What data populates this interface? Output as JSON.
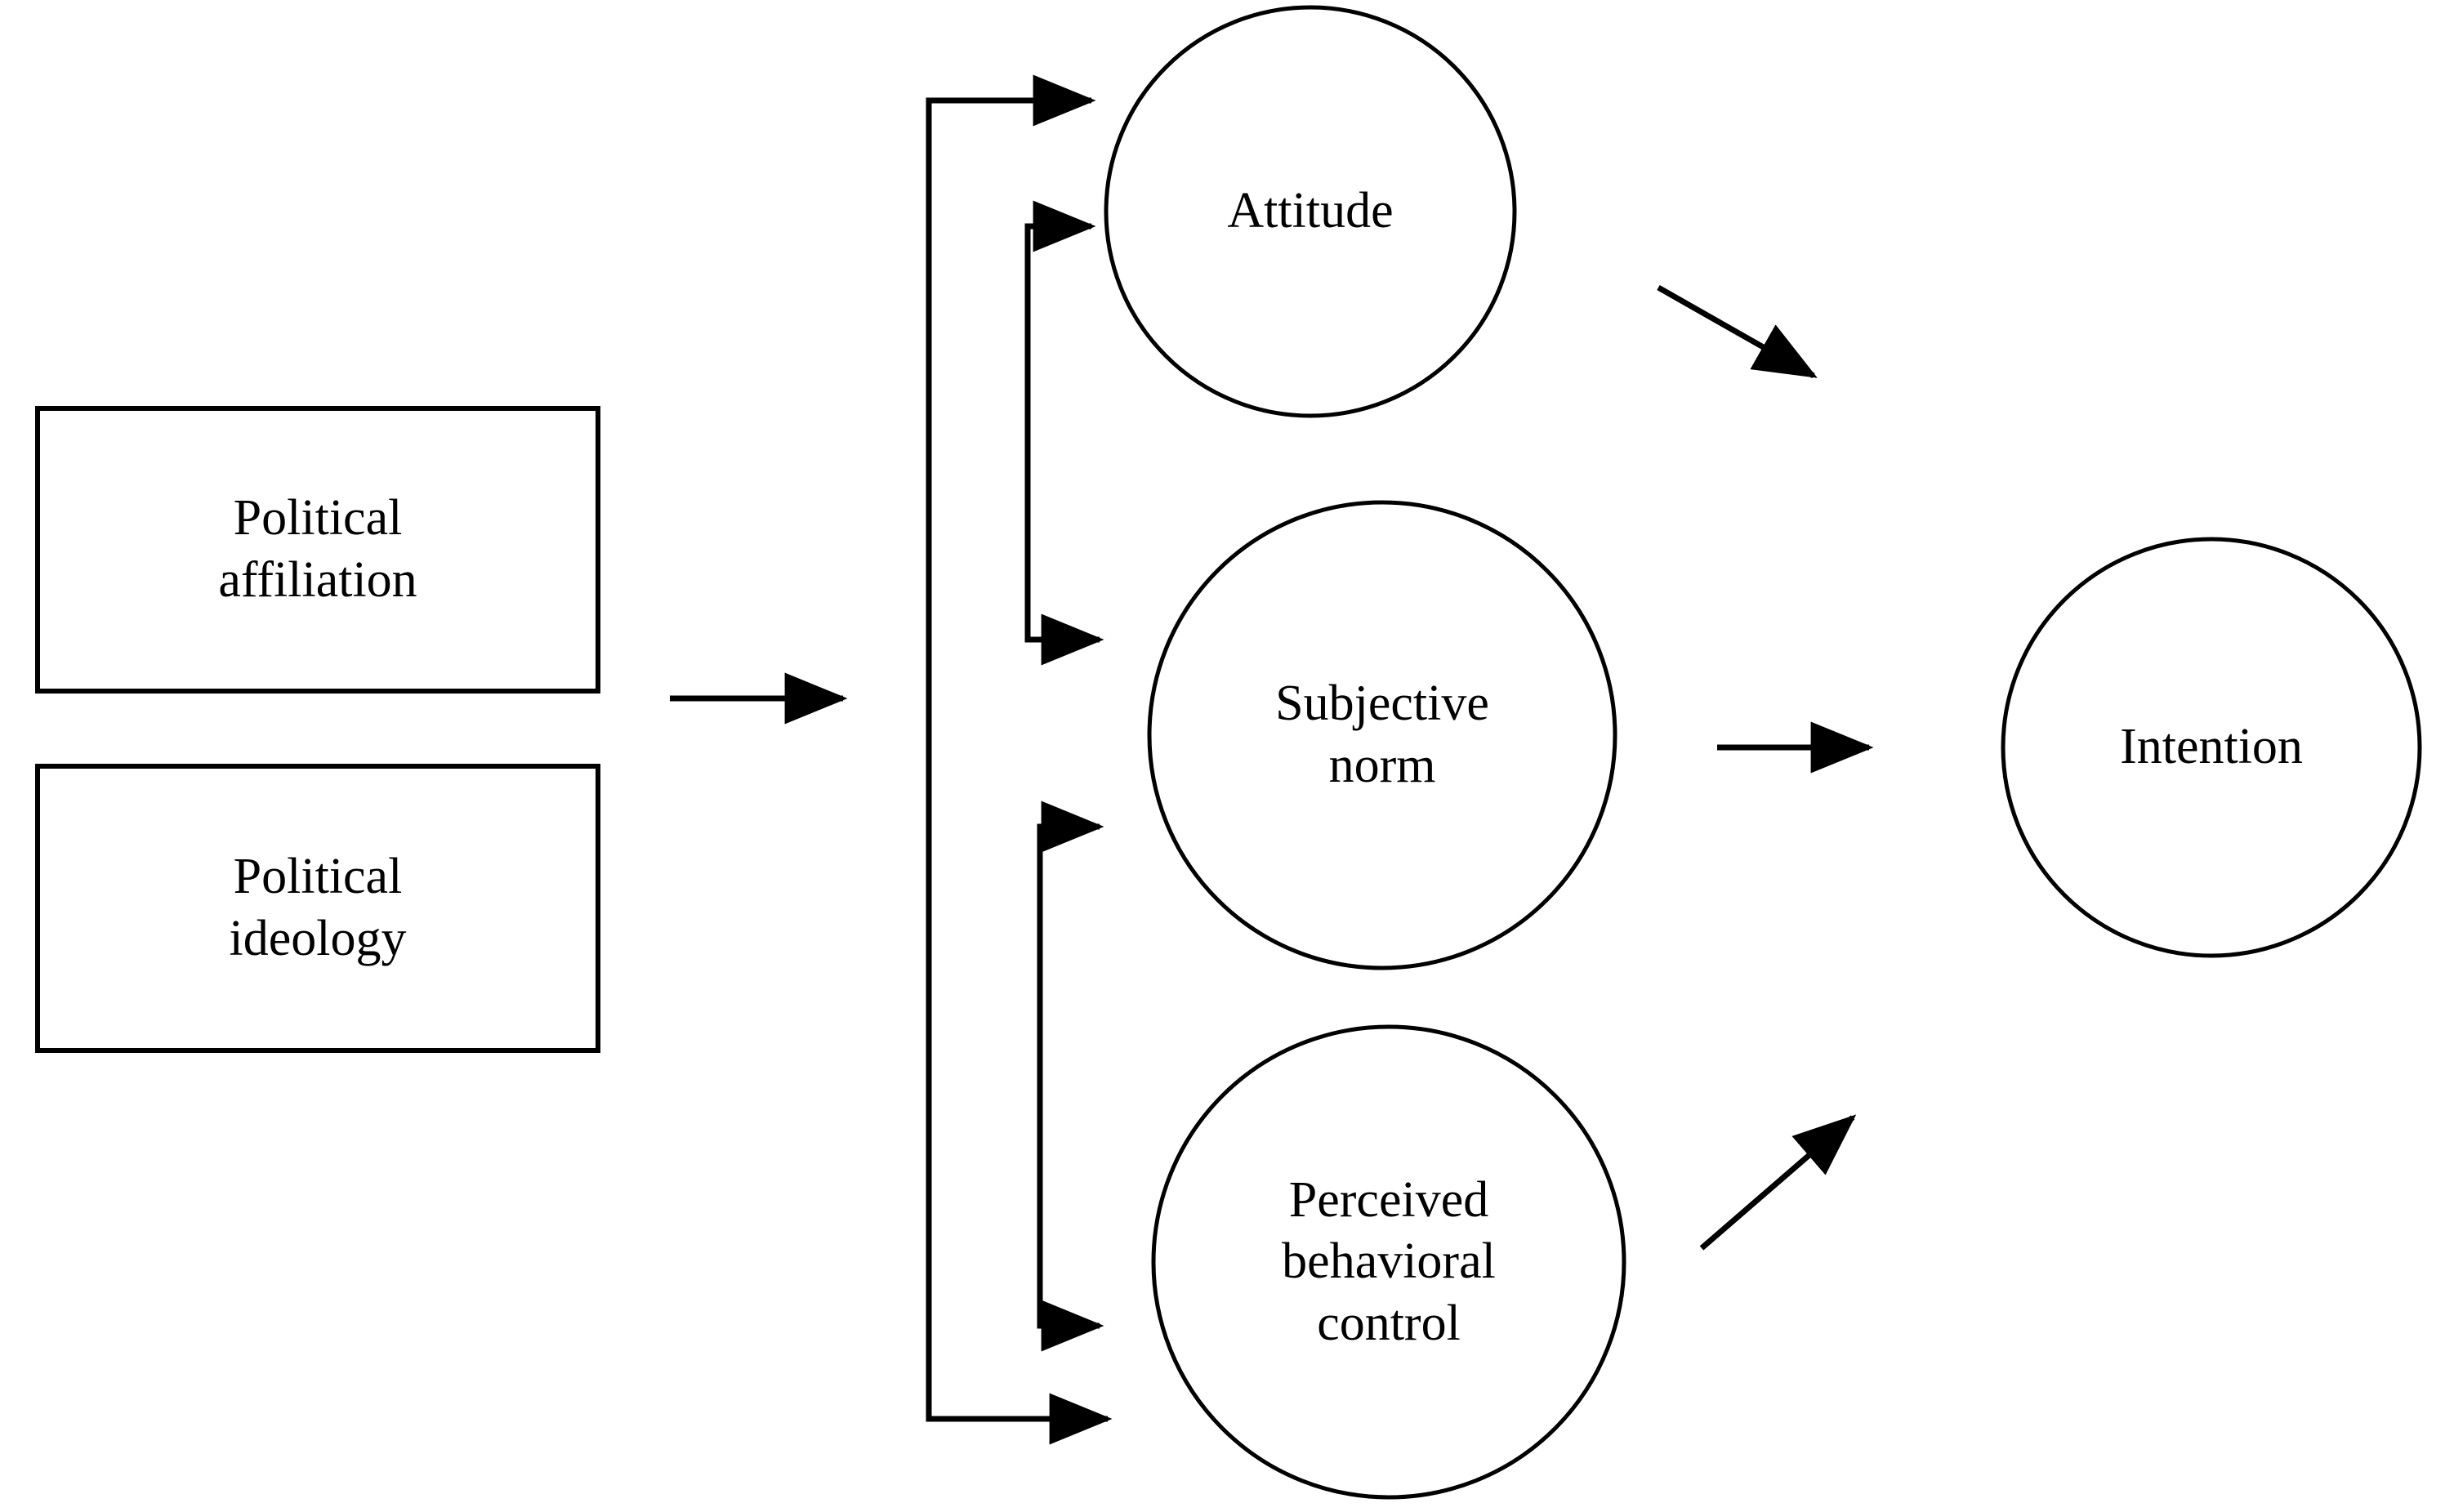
{
  "diagram": {
    "type": "theory-of-planned-behavior-model",
    "stroke_color": "#000000",
    "background_color": "#ffffff",
    "antecedent_boxes": [
      {
        "id": "political-affiliation",
        "label": "Political\naffiliation"
      },
      {
        "id": "political-ideology",
        "label": "Political\nideology"
      }
    ],
    "construct_circles": [
      {
        "id": "attitude",
        "label": "Attitude"
      },
      {
        "id": "subjective-norm",
        "label": "Subjective\nnorm"
      },
      {
        "id": "perceived-behavioral-control",
        "label": "Perceived\nbehavioral\ncontrol"
      }
    ],
    "outcome_circle": {
      "id": "intention",
      "label": "Intention"
    },
    "edges": [
      {
        "from": "antecedent-boxes",
        "to": "bracket",
        "style": "straight-arrow"
      },
      {
        "from": "political-affiliation",
        "to": "attitude",
        "style": "elbow-arrow"
      },
      {
        "from": "political-affiliation",
        "to": "subjective-norm",
        "style": "elbow-arrow"
      },
      {
        "from": "political-ideology",
        "to": "subjective-norm",
        "style": "elbow-arrow"
      },
      {
        "from": "political-ideology",
        "to": "perceived-behavioral-control",
        "style": "elbow-arrow"
      },
      {
        "from": "attitude",
        "to": "intention",
        "style": "diagonal-arrow"
      },
      {
        "from": "subjective-norm",
        "to": "intention",
        "style": "straight-arrow"
      },
      {
        "from": "perceived-behavioral-control",
        "to": "intention",
        "style": "diagonal-arrow"
      }
    ]
  }
}
